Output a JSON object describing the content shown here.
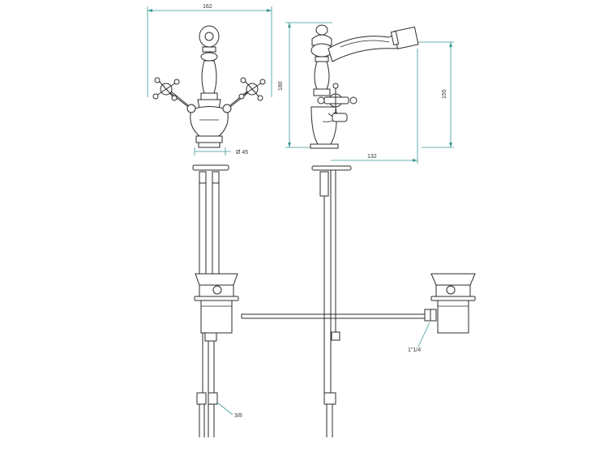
{
  "dimensions": {
    "width_top": "162",
    "height_total": "180",
    "height_spout": "155",
    "projection": "132",
    "diameter": "Ø 45"
  },
  "labels": {
    "waste_thread": "1\"1/4",
    "supply_thread": "3/8"
  },
  "colors": {
    "dimension_lines": "#3a9a96",
    "outline": "#2b2b2b"
  }
}
